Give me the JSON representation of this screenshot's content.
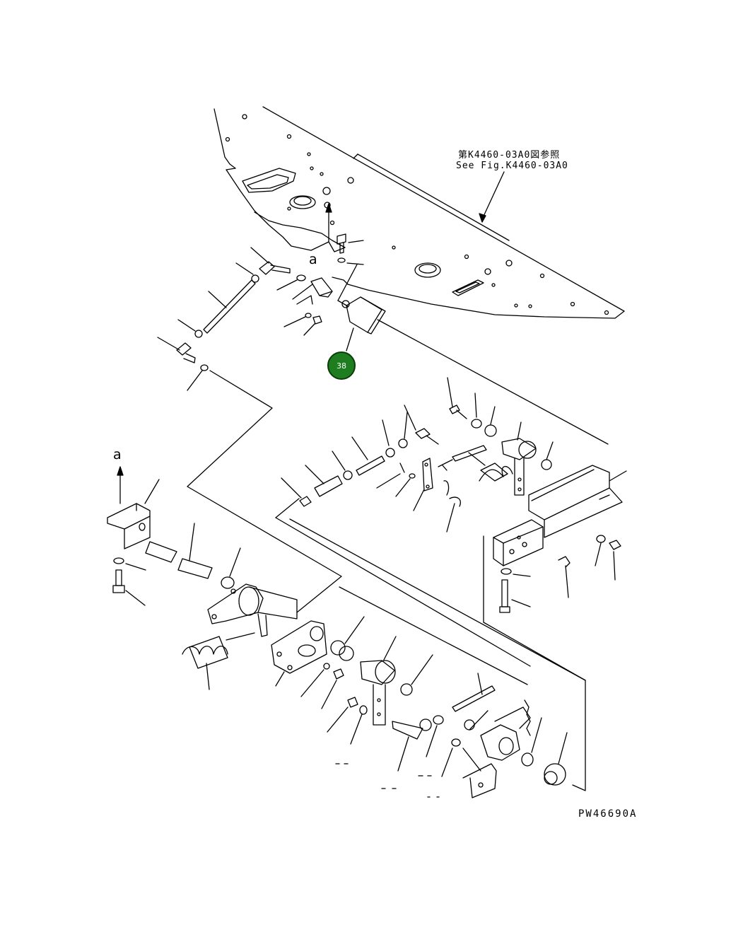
{
  "reference": {
    "japanese": "第K4460-03A0図参照",
    "english": "See Fig.K4460-03A0"
  },
  "view_labels": [
    "a",
    "a"
  ],
  "callout": {
    "number": "38",
    "color": "#1e7d1e"
  },
  "figure_id": "PW46690A"
}
